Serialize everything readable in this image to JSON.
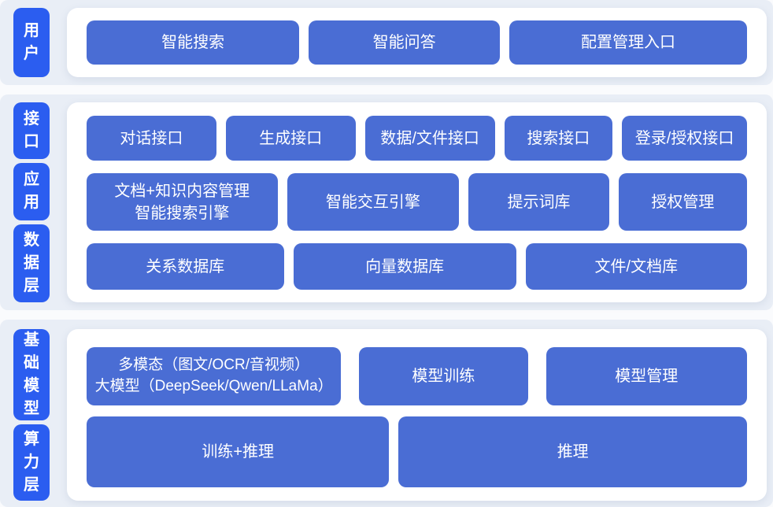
{
  "colors": {
    "band_background": "#e9eef6",
    "panel_background": "#ffffff",
    "layer_label_blue": "#2b5df0",
    "block_blue": "#4a6dd4",
    "text_white": "#ffffff"
  },
  "bands": [
    {
      "labels": [
        {
          "text": "用户"
        }
      ],
      "rows": [
        {
          "buttons": [
            {
              "lines": [
                "智能搜索"
              ]
            },
            {
              "lines": [
                "智能问答"
              ]
            },
            {
              "lines": [
                "配置管理入口"
              ]
            }
          ]
        }
      ]
    },
    {
      "labels": [
        {
          "text": "接口"
        },
        {
          "text": "应用"
        },
        {
          "text": "数据层"
        }
      ],
      "rows": [
        {
          "buttons": [
            {
              "lines": [
                "对话接口"
              ]
            },
            {
              "lines": [
                "生成接口"
              ]
            },
            {
              "lines": [
                "数据/文件接口"
              ]
            },
            {
              "lines": [
                "搜索接口"
              ]
            },
            {
              "lines": [
                "登录/授权接口"
              ]
            }
          ]
        },
        {
          "buttons": [
            {
              "lines": [
                "文档+知识内容管理",
                "智能搜索引擎"
              ]
            },
            {
              "lines": [
                "智能交互引擎"
              ]
            },
            {
              "lines": [
                "提示词库"
              ]
            },
            {
              "lines": [
                "授权管理"
              ]
            }
          ]
        },
        {
          "buttons": [
            {
              "lines": [
                "关系数据库"
              ]
            },
            {
              "lines": [
                "向量数据库"
              ]
            },
            {
              "lines": [
                "文件/文档库"
              ]
            }
          ]
        }
      ]
    },
    {
      "labels": [
        {
          "text": "基础模型"
        },
        {
          "text": "算力层"
        }
      ],
      "rows": [
        {
          "buttons": [
            {
              "lines": [
                "多模态（图文/OCR/音视频）",
                "大模型（DeepSeek/Qwen/LLaMa）"
              ]
            },
            {
              "lines": [
                "模型训练"
              ]
            },
            {
              "lines": [
                "模型管理"
              ]
            }
          ]
        },
        {
          "buttons": [
            {
              "lines": [
                "训练+推理"
              ]
            },
            {
              "lines": [
                "推理"
              ]
            }
          ]
        }
      ]
    }
  ]
}
